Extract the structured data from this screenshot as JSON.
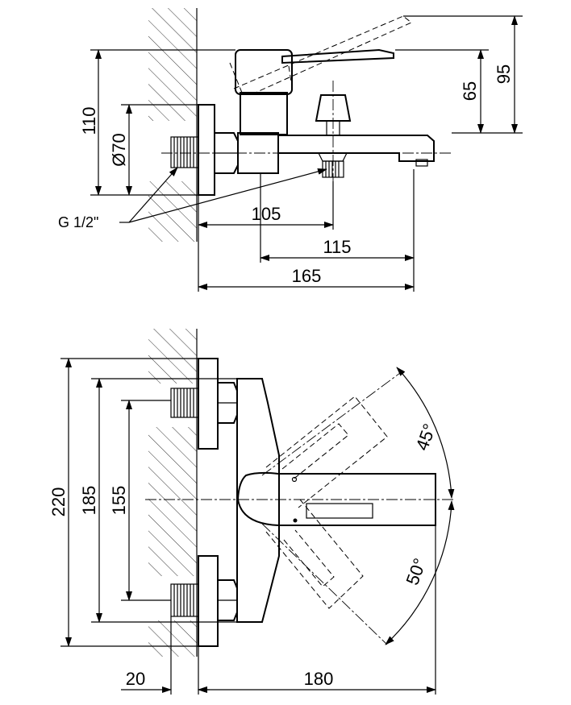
{
  "dimensions": {
    "d95": "95",
    "d65": "65",
    "d110": "110",
    "d70": "Ø70",
    "d105": "105",
    "d115": "115",
    "d165": "165",
    "d220": "220",
    "d185": "185",
    "d155": "155",
    "d20": "20",
    "d180": "180",
    "angle45": "45°",
    "angle50": "50°"
  },
  "notes": {
    "thread": "G 1/2\""
  }
}
